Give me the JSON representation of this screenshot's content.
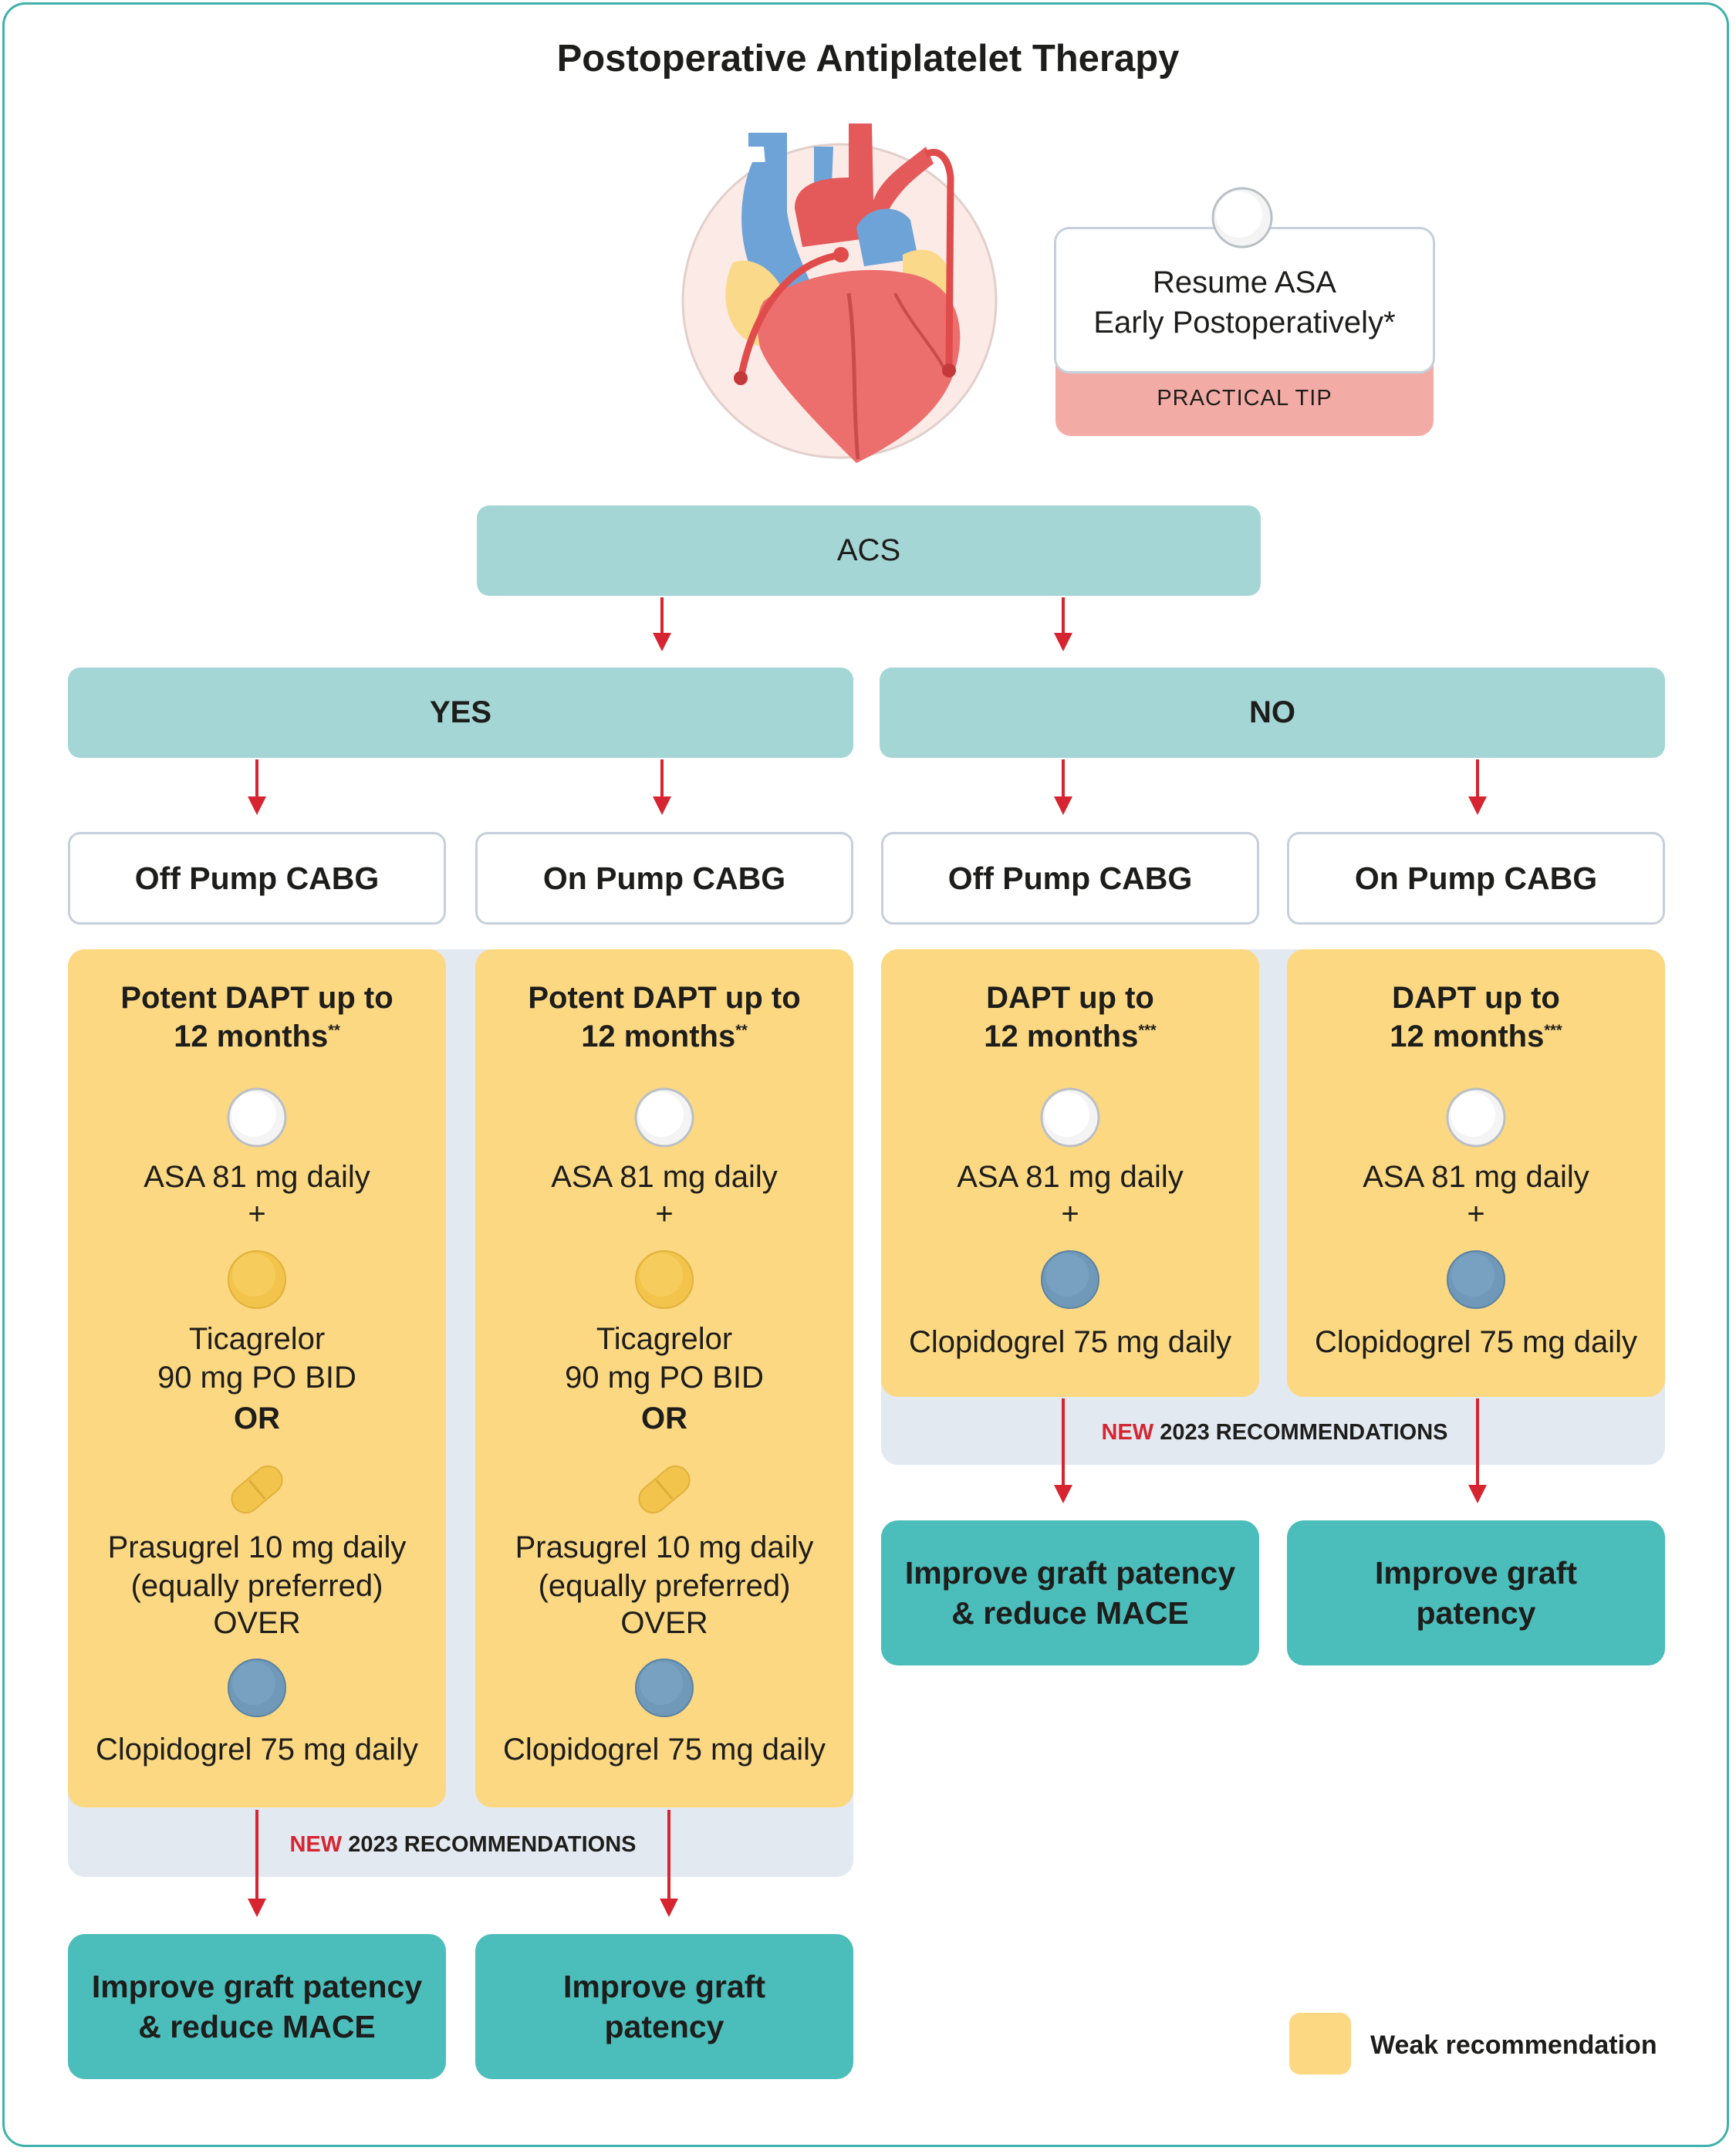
{
  "title": "Postoperative Antiplatelet Therapy",
  "practical_tip": {
    "line1": "Resume ASA",
    "line2": "Early Postoperatively*",
    "label": "PRACTICAL TIP"
  },
  "acs": "ACS",
  "branches": {
    "yes": "YES",
    "no": "NO"
  },
  "columns": [
    {
      "surgery": "Off Pump CABG",
      "therapy_line1": "Potent DAPT up to",
      "therapy_line2": "12 months",
      "footnote": "**",
      "asa": "ASA 81 mg daily",
      "plus": "+",
      "tica1": "Ticagrelor",
      "tica2": "90 mg PO BID",
      "or": "OR",
      "pras1": "Prasugrel 10 mg daily",
      "pras2": "(equally preferred)",
      "over": "OVER",
      "clop": "Clopidogrel 75 mg daily",
      "outcome1": "Improve graft patency",
      "outcome2": "& reduce MACE"
    },
    {
      "surgery": "On Pump CABG",
      "therapy_line1": "Potent DAPT up to",
      "therapy_line2": "12 months",
      "footnote": "**",
      "asa": "ASA 81 mg daily",
      "plus": "+",
      "tica1": "Ticagrelor",
      "tica2": "90 mg PO BID",
      "or": "OR",
      "pras1": "Prasugrel 10 mg daily",
      "pras2": "(equally preferred)",
      "over": "OVER",
      "clop": "Clopidogrel 75 mg daily",
      "outcome1": "Improve graft",
      "outcome2": "patency"
    },
    {
      "surgery": "Off Pump CABG",
      "therapy_line1": "DAPT up to",
      "therapy_line2": "12 months",
      "footnote": "***",
      "asa": "ASA 81 mg daily",
      "plus": "+",
      "clop": "Clopidogrel 75 mg daily",
      "outcome1": "Improve graft patency",
      "outcome2": "& reduce MACE"
    },
    {
      "surgery": "On Pump CABG",
      "therapy_line1": "DAPT up to",
      "therapy_line2": "12 months",
      "footnote": "***",
      "asa": "ASA 81 mg daily",
      "plus": "+",
      "clop": "Clopidogrel 75 mg daily",
      "outcome1": "Improve graft",
      "outcome2": "patency"
    }
  ],
  "new_recs": {
    "new": "NEW",
    "rest": "2023 RECOMMENDATIONS"
  },
  "legend": {
    "label": "Weak recommendation",
    "color": "#fcd882"
  },
  "colors": {
    "teal_light": "#a3d6d4",
    "teal_dark": "#4bbdba",
    "arrow_red": "#d62531",
    "tip_pink": "#f3aca5"
  }
}
